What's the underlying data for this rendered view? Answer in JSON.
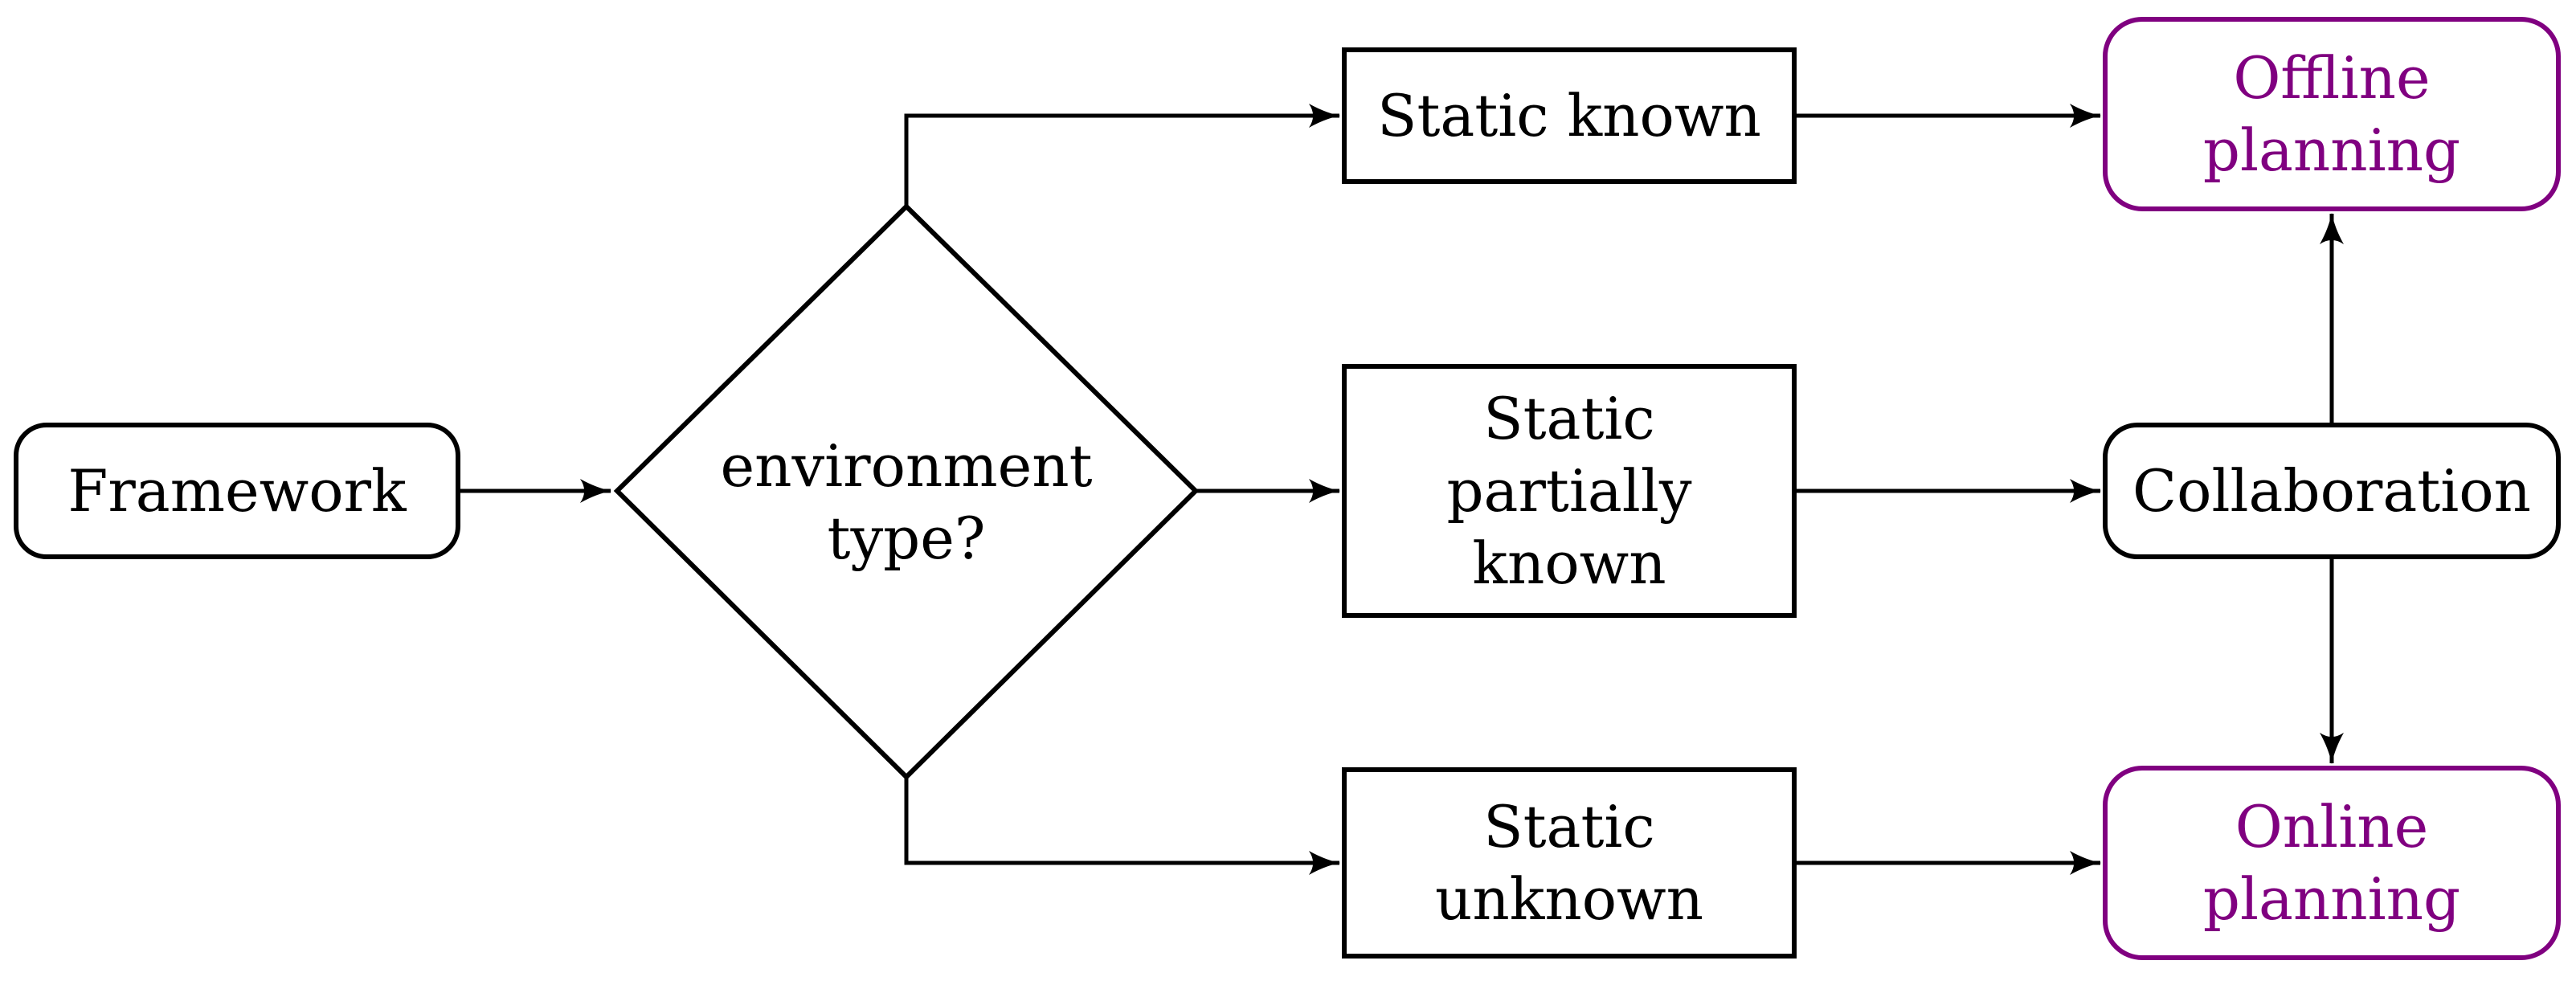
{
  "diagram": {
    "type": "flowchart",
    "colors": {
      "ink": "#000000",
      "accent_purple": "#800080",
      "background": "#ffffff"
    },
    "nodes": [
      {
        "id": "framework",
        "label": "Framework",
        "shape": "rounded-rect",
        "color": "black"
      },
      {
        "id": "environment-type",
        "label": "environment\ntype?",
        "shape": "diamond",
        "color": "black"
      },
      {
        "id": "static-known",
        "label": "Static known",
        "shape": "rect",
        "color": "black"
      },
      {
        "id": "static-partially-known",
        "label": "Static\npartially\nknown",
        "shape": "rect",
        "color": "black"
      },
      {
        "id": "static-unknown",
        "label": "Static\nunknown",
        "shape": "rect",
        "color": "black"
      },
      {
        "id": "collaboration",
        "label": "Collaboration",
        "shape": "rounded-rect",
        "color": "black"
      },
      {
        "id": "offline-planning",
        "label": "Offline\nplanning",
        "shape": "rounded-rect",
        "color": "purple"
      },
      {
        "id": "online-planning",
        "label": "Online\nplanning",
        "shape": "rounded-rect",
        "color": "purple"
      }
    ],
    "edges": [
      {
        "from": "framework",
        "to": "environment-type",
        "style": "arrow"
      },
      {
        "from": "environment-type",
        "to": "static-known",
        "style": "elbow-arrow"
      },
      {
        "from": "environment-type",
        "to": "static-partially-known",
        "style": "arrow"
      },
      {
        "from": "environment-type",
        "to": "static-unknown",
        "style": "elbow-arrow"
      },
      {
        "from": "static-known",
        "to": "offline-planning",
        "style": "arrow"
      },
      {
        "from": "static-partially-known",
        "to": "collaboration",
        "style": "arrow"
      },
      {
        "from": "static-unknown",
        "to": "online-planning",
        "style": "arrow"
      },
      {
        "from": "collaboration",
        "to": "offline-planning",
        "style": "arrow"
      },
      {
        "from": "collaboration",
        "to": "online-planning",
        "style": "arrow"
      }
    ]
  }
}
